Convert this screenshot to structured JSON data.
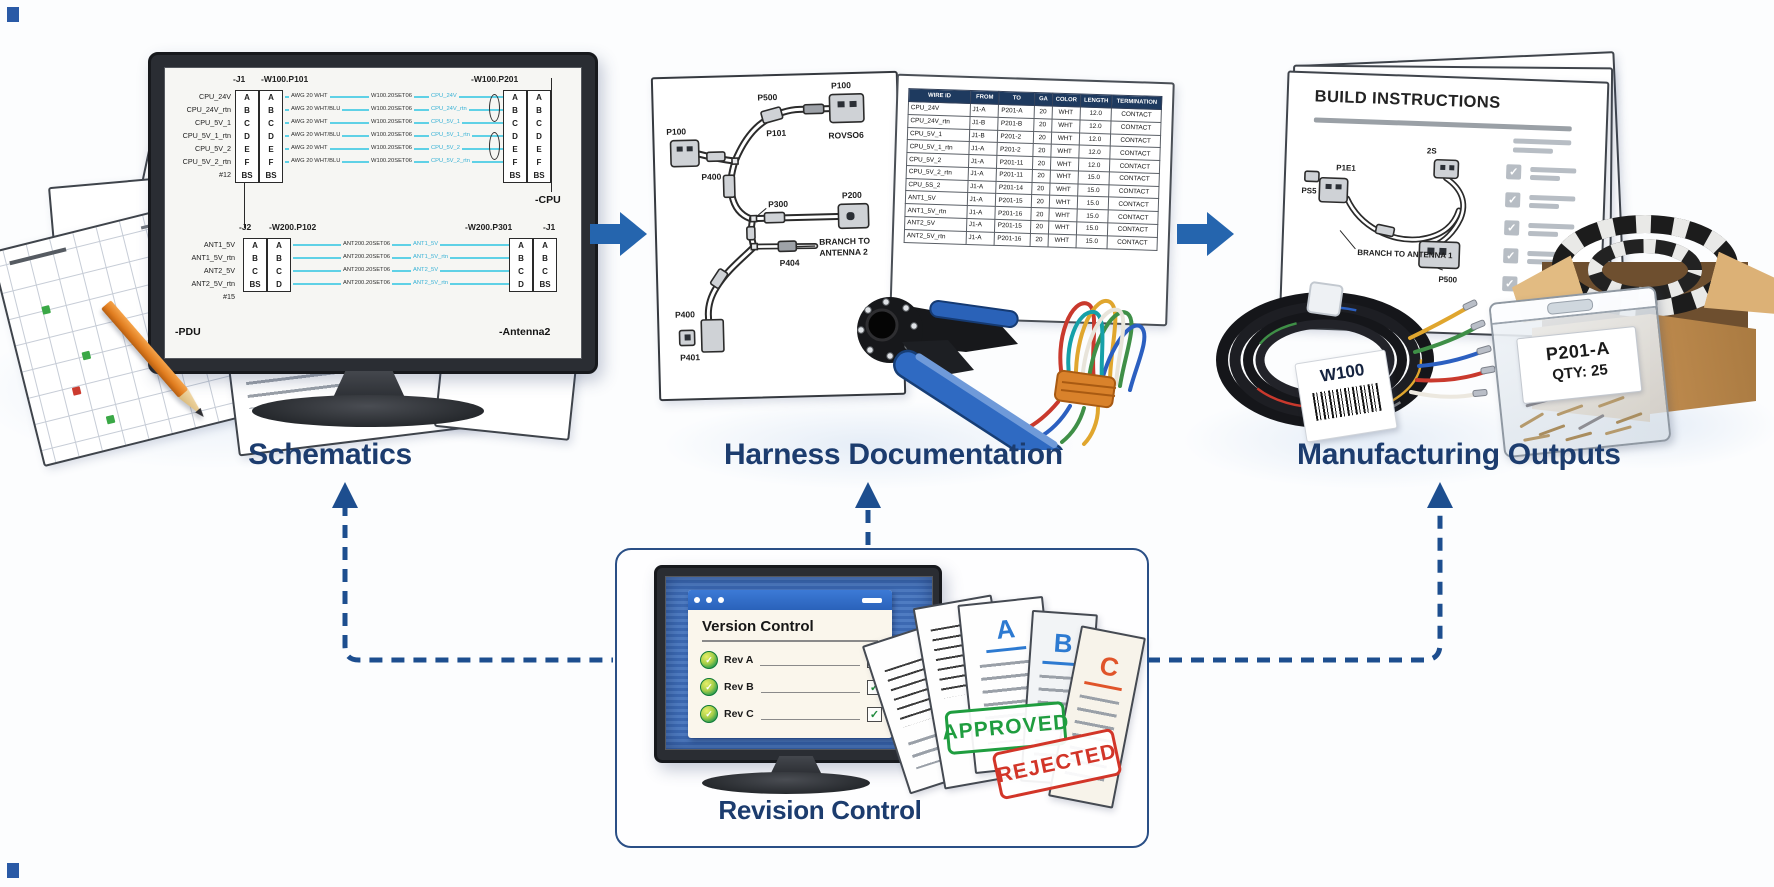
{
  "colors": {
    "heading": "#1c3c6e",
    "arrow": "#2565ae",
    "dashed": "#1d4e8f",
    "wire_cyan": "#5fd1e6",
    "table_header_bg": "#1e3a5f",
    "approved_green": "#1f9d3f",
    "rejected_red": "#d23528",
    "doc_letter_blue": "#2d7ad1",
    "doc_letter_orange": "#e0542a"
  },
  "schematics": {
    "heading": "Schematics",
    "screen": {
      "block1": {
        "header_j": "-J1",
        "header_p": "-W100.P101",
        "header_right": "-W100.P201",
        "footer_right": "-CPU",
        "signals": [
          "CPU_24V",
          "CPU_24V_rtn",
          "CPU_5V_1",
          "CPU_5V_1_rtn",
          "CPU_5V_2",
          "CPU_5V_2_rtn",
          "#12"
        ],
        "pins": [
          "A",
          "B",
          "C",
          "D",
          "E",
          "F",
          "BS"
        ],
        "wires": [
          {
            "gauge": "AWG 20 WHT",
            "code": "W100.20SET06",
            "signal": "CPU_24V"
          },
          {
            "gauge": "AWG 20 WHT/BLU",
            "code": "W100.20SET06",
            "signal": "CPU_24V_rtn"
          },
          {
            "gauge": "AWG 20 WHT",
            "code": "W100.20SET06",
            "signal": "CPU_5V_1"
          },
          {
            "gauge": "AWG 20 WHT/BLU",
            "code": "W100.20SET06",
            "signal": "CPU_5V_1_rtn"
          },
          {
            "gauge": "AWG 20 WHT",
            "code": "W100.20SET06",
            "signal": "CPU_5V_2"
          },
          {
            "gauge": "AWG 20 WHT/BLU",
            "code": "W100.20SET06",
            "signal": "CPU_5V_2_rtn"
          }
        ]
      },
      "block2": {
        "header_j": "-J2",
        "header_p": "-W200.P102",
        "header_right_p": "-W200.P301",
        "header_right_j": "-J1",
        "footer_left": "-PDU",
        "footer_right": "-Antenna2",
        "signals": [
          "ANT1_5V",
          "ANT1_5V_rtn",
          "ANT2_5V",
          "ANT2_5V_rtn",
          "#15"
        ],
        "pins_left1": [
          "A",
          "B",
          "C",
          "BS"
        ],
        "pins_left2": [
          "A",
          "B",
          "C",
          "D"
        ],
        "pins_right1": [
          "A",
          "B",
          "C",
          "D"
        ],
        "pins_right2": [
          "A",
          "B",
          "C",
          "BS"
        ],
        "wires": [
          {
            "code": "ANT200.20SET06",
            "signal": "ANT1_5V"
          },
          {
            "code": "ANT200.20SET06",
            "signal": "ANT1_5V_rtn"
          },
          {
            "code": "ANT200.20SET06",
            "signal": "ANT2_5V"
          },
          {
            "code": "ANT200.20SET06",
            "signal": "ANT2_5V_rtn"
          }
        ]
      }
    }
  },
  "harness_doc": {
    "heading": "Harness Documentation",
    "drawing_labels": {
      "p100": "P100",
      "p400": "P400",
      "p500": "P500",
      "p101": "P101",
      "p100b": "P100",
      "rcv": "ROVSO6",
      "p300": "P300",
      "p200": "P200",
      "p404": "P404",
      "branch_line1": "BRANCH TO",
      "branch_line2": "ANTENNA 2",
      "p400b": "P400",
      "p401": "P401"
    },
    "wire_table": {
      "columns": [
        "WIRE ID",
        "FROM",
        "TO",
        "GA",
        "COLOR",
        "LENGTH",
        "TERMINATION"
      ],
      "rows": [
        [
          "CPU_24V",
          "J1-A",
          "P201-A",
          "20",
          "WHT",
          "12.0",
          "CONTACT"
        ],
        [
          "CPU_24V_rtn",
          "J1-B",
          "P201-B",
          "20",
          "WHT",
          "12.0",
          "CONTACT"
        ],
        [
          "CPU_5V_1",
          "J1-B",
          "P201-2",
          "20",
          "WHT",
          "12.0",
          "CONTACT"
        ],
        [
          "CPU_5V_1_rtn",
          "J1-A",
          "P201-2",
          "20",
          "WHT",
          "12.0",
          "CONTACT"
        ],
        [
          "CPU_5V_2",
          "J1-A",
          "P201-11",
          "20",
          "WHT",
          "12.0",
          "CONTACT"
        ],
        [
          "CPU_5V_2_rtn",
          "J1-A",
          "P201-11",
          "20",
          "WHT",
          "15.0",
          "CONTACT"
        ],
        [
          "CPU_5S_2",
          "J1-A",
          "P201-14",
          "20",
          "WHT",
          "15.0",
          "CONTACT"
        ],
        [
          "ANT1_5V",
          "J1-A",
          "P201-15",
          "20",
          "WHT",
          "15.0",
          "CONTACT"
        ],
        [
          "ANT1_5V_rtn",
          "J1-A",
          "P201-16",
          "20",
          "WHT",
          "15.0",
          "CONTACT"
        ],
        [
          "ANT2_5V",
          "J1-A",
          "P201-15",
          "20",
          "WHT",
          "15.0",
          "CONTACT"
        ],
        [
          "ANT2_5V_rtn",
          "J1-A",
          "P201-16",
          "20",
          "WHT",
          "15.0",
          "CONTACT"
        ]
      ]
    }
  },
  "manufacturing": {
    "heading": "Manufacturing Outputs",
    "build_doc": {
      "title": "BUILD INSTRUCTIONS",
      "labels": {
        "l1": "P1E1",
        "l2": "PS5",
        "r1": "2S",
        "b1": "P500",
        "branch": "BRANCH TO ANTENNA 1"
      },
      "checklist_items": 5
    },
    "coil_label": "W100",
    "bag_label": {
      "line1": "P201-A",
      "line2": "QTY: 25"
    }
  },
  "revision": {
    "heading": "Revision Control",
    "window": {
      "title": "Version Control",
      "rows": [
        {
          "label": "Rev A"
        },
        {
          "label": "Rev B"
        },
        {
          "label": "Rev C"
        }
      ]
    },
    "documents": {
      "letters": [
        "A",
        "B",
        "C"
      ]
    },
    "stamps": {
      "approved": "APPROVED",
      "rejected": "REJECTED"
    }
  }
}
